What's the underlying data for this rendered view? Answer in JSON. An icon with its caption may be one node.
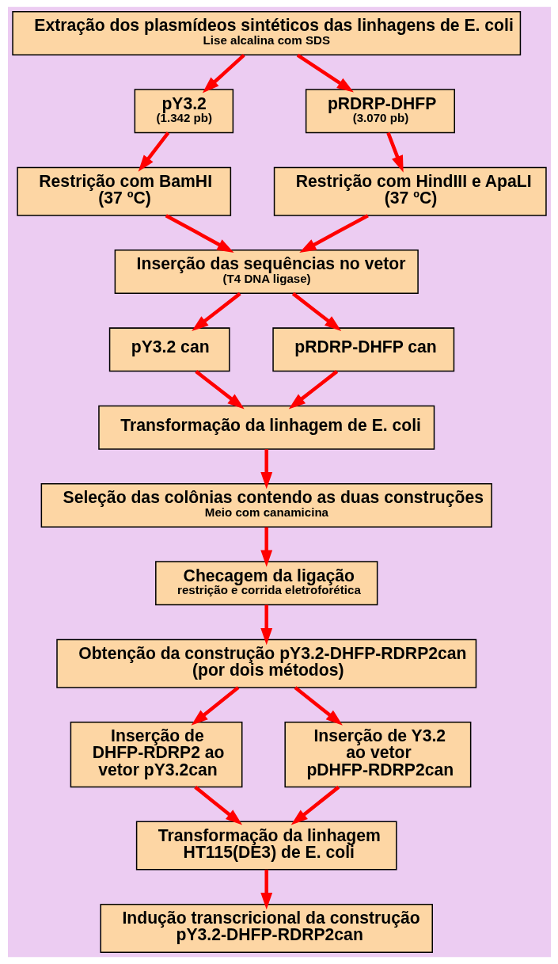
{
  "diagram": {
    "nodes": [
      {
        "text": [
          "Extração dos plasmídeos sintéticos das linhagens de E. coli",
          "Lise alcalina com SDS"
        ]
      },
      {
        "text": [
          "pY3.2",
          "(1.342 pb)"
        ]
      },
      {
        "text": [
          "pRDRP-DHFP",
          "(3.070 pb)"
        ]
      },
      {
        "text": [
          "Restrição com BamHI",
          "(37 ºC)"
        ]
      },
      {
        "text": [
          "Restrição com HindIII e ApaLI",
          "(37 ºC)"
        ]
      },
      {
        "text": [
          "Inserção das sequências no vetor",
          "(T4 DNA ligase)"
        ]
      },
      {
        "text": [
          "pY3.2 can"
        ]
      },
      {
        "text": [
          "pRDRP-DHFP can"
        ]
      },
      {
        "text": [
          "Transformação da linhagem de E. coli"
        ]
      },
      {
        "text": [
          "Seleção das colônias contendo as duas construções",
          "Meio com canamicina"
        ]
      },
      {
        "text": [
          "Checagem da ligação",
          "restrição e corrida eletroforética"
        ]
      },
      {
        "text": [
          "Obtenção da construção pY3.2-DHFP-RDRP2can",
          "(por dois métodos)"
        ]
      },
      {
        "text": [
          "Inserção de DHFP-RDRP2 ao vetor pY3.2can"
        ]
      },
      {
        "text": [
          "Inserção de Y3.2 ao vetor pDHFP-RDRP2can"
        ]
      },
      {
        "text": [
          "Transformação da linhagem HT115(DE3) de E. coli"
        ]
      },
      {
        "text": [
          "Indução transcricional da construção pY3.2-DHFP-RDRP2can"
        ]
      }
    ],
    "edges": [
      {
        "from": 0,
        "to": 1,
        "arrow": "to"
      },
      {
        "from": 0,
        "to": 2,
        "arrow": "to"
      },
      {
        "from": 1,
        "to": 3,
        "arrow": "to"
      },
      {
        "from": 2,
        "to": 4,
        "arrow": "to"
      },
      {
        "from": 3,
        "to": 5,
        "arrow": "to"
      },
      {
        "from": 4,
        "to": 5,
        "arrow": "to"
      },
      {
        "from": 5,
        "to": 6,
        "arrow": "to"
      },
      {
        "from": 5,
        "to": 7,
        "arrow": "to"
      },
      {
        "from": 6,
        "to": 8,
        "arrow": "to"
      },
      {
        "from": 7,
        "to": 8,
        "arrow": "to"
      },
      {
        "from": 8,
        "to": 9,
        "arrow": "to"
      },
      {
        "from": 9,
        "to": 10,
        "arrow": "to"
      },
      {
        "from": 10,
        "to": 11,
        "arrow": "to"
      },
      {
        "from": 11,
        "to": 12,
        "arrow": "to"
      },
      {
        "from": 11,
        "to": 13,
        "arrow": "to"
      },
      {
        "from": 12,
        "to": 14,
        "arrow": "to"
      },
      {
        "from": 13,
        "to": 14,
        "arrow": "to"
      },
      {
        "from": 14,
        "to": 15,
        "arrow": "to"
      }
    ]
  }
}
